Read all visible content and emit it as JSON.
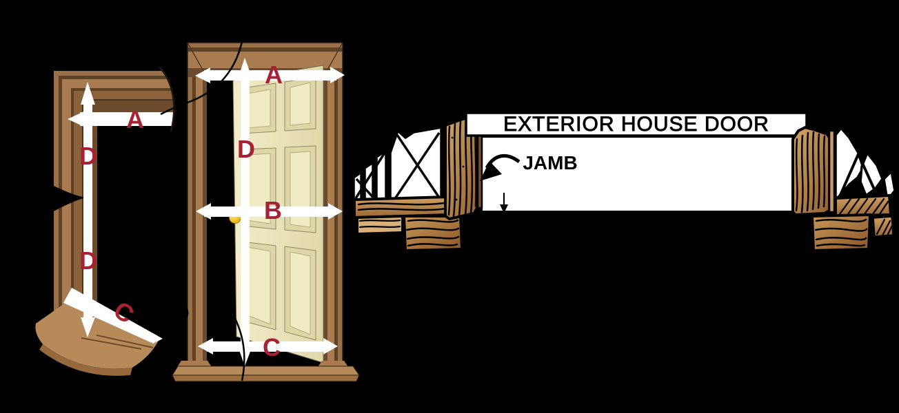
{
  "corner_detail": {
    "label_a": "A",
    "label_d_upper": "D",
    "label_d_lower": "D",
    "label_c": "C"
  },
  "door_front": {
    "label_a": "A",
    "label_d": "D",
    "label_b": "B",
    "label_c": "C"
  },
  "cross_section": {
    "title": "EXTERIOR HOUSE DOOR",
    "jamb": "JAMB"
  },
  "colors": {
    "background": "#000000",
    "label_red": "#A62233",
    "arrow_white": "#FFFFFF",
    "casing_light": "#A87C50",
    "casing_mid": "#997048",
    "casing_dark": "#5E4226",
    "jamb_face": "#6B4A2D",
    "door_cream": "#EDE7BD",
    "sill_tan": "#B78A5A",
    "wood_grain_light": "#D4A568",
    "wood_grain_dark": "#925F30",
    "knob_yellow": "#F2C52B",
    "outline_black": "#000000"
  }
}
